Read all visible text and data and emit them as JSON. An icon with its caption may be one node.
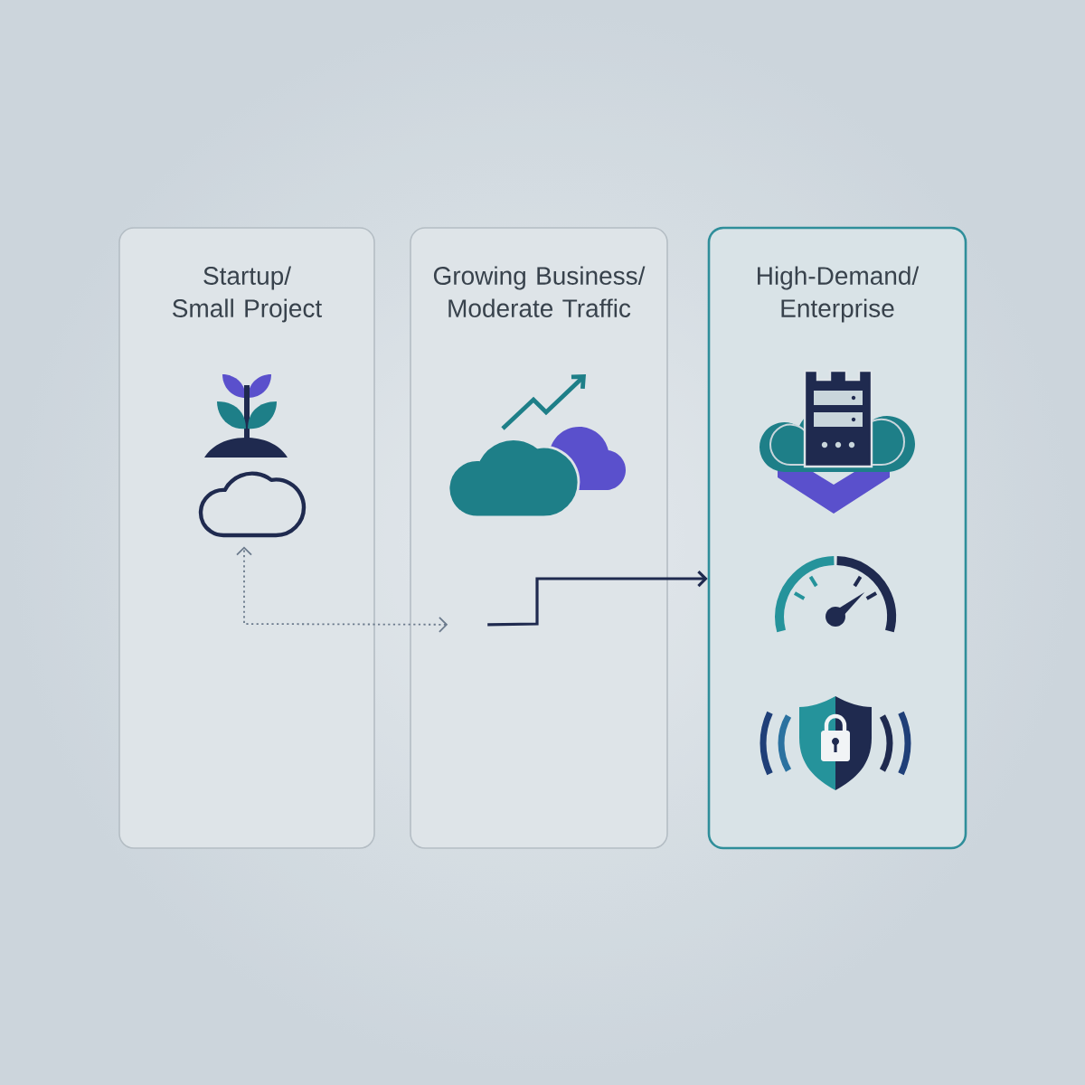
{
  "diagram": {
    "nodes": [
      {
        "text": [
          "Startup/ Small Project"
        ]
      },
      {
        "text": [],
        "shape": "cloud",
        "in": 0
      },
      {
        "text": [
          "Growing Business/ Moderate Traffic"
        ]
      },
      {
        "text": [
          "High-Demand/ Enterprise"
        ]
      }
    ],
    "edges": [
      {
        "from": 2,
        "to": 1,
        "arrow": "both",
        "style": "dashed",
        "color": "#6b7a8c"
      },
      {
        "from": 2,
        "to": 3,
        "arrow": "to"
      }
    ]
  }
}
